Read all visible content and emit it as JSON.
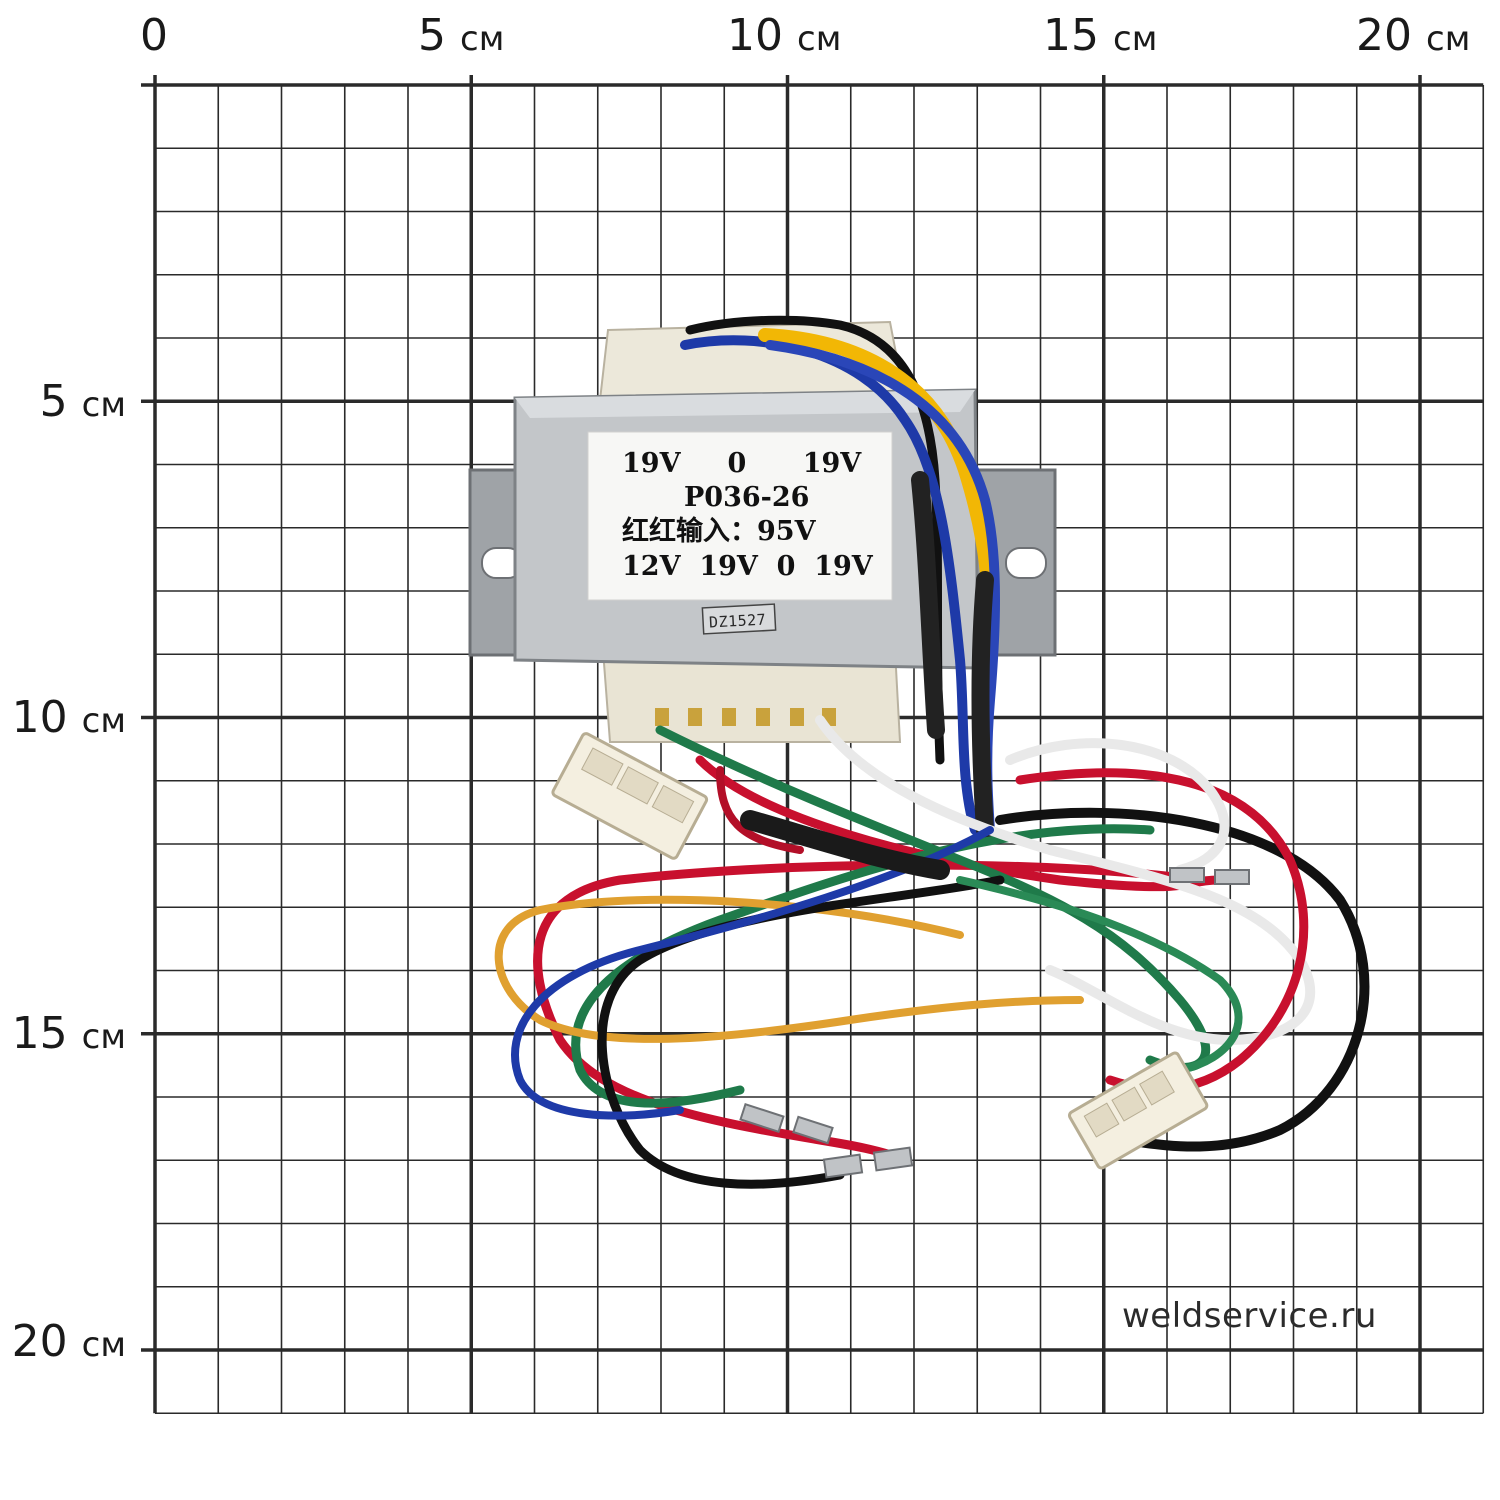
{
  "grid": {
    "x_labels": [
      {
        "value": "0",
        "unit": ""
      },
      {
        "value": "5",
        "unit": "см"
      },
      {
        "value": "10",
        "unit": "см"
      },
      {
        "value": "15",
        "unit": "см"
      },
      {
        "value": "20",
        "unit": "см"
      }
    ],
    "y_labels": [
      {
        "value": "5",
        "unit": "см"
      },
      {
        "value": "10",
        "unit": "см"
      },
      {
        "value": "15",
        "unit": "см"
      },
      {
        "value": "20",
        "unit": "см"
      }
    ]
  },
  "transformer": {
    "label_lines": [
      "19V     0      19V",
      "P036-26",
      "红红输入：95V",
      "12V  19V  0  19V"
    ],
    "stamp": "DZ1527"
  },
  "watermark": "weldservice.ru",
  "colors": {
    "grid_line": "#2a2a2a",
    "wire_red": "#c8102e",
    "wire_green": "#1f7a4a",
    "wire_blue": "#1e3aa8",
    "wire_yellow": "#f2b705",
    "wire_black": "#111111",
    "wire_white": "#e9e9e9",
    "wire_orange": "#e0a030",
    "metal": "#b9bcbf"
  }
}
